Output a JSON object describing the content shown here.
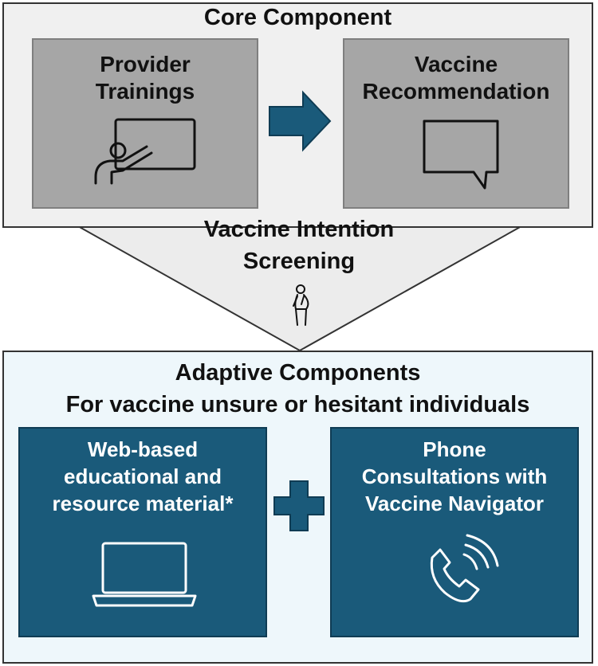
{
  "colors": {
    "core_background": "#f0f0f0",
    "gray_box": "#a6a6a6",
    "accent_blue": "#1a5a7a",
    "adaptive_background": "#eef7fb",
    "outline": "#333333"
  },
  "core": {
    "title": "Core Component",
    "boxes": [
      {
        "line1": "Provider",
        "line2": "Trainings",
        "icon": "presentation-board-icon"
      },
      {
        "line1": "Vaccine",
        "line2": "Recommendation",
        "icon": "speech-bubble-icon"
      }
    ],
    "connector_icon": "arrow-right-icon"
  },
  "screening": {
    "line1": "Vaccine Intention",
    "line2": "Screening",
    "icon": "pregnant-person-icon"
  },
  "adaptive": {
    "title_line1": "Adaptive Components",
    "title_line2": "For vaccine unsure or hesitant individuals",
    "boxes": [
      {
        "line1": "Web-based",
        "line2": "educational and",
        "line3": "resource material*",
        "icon": "laptop-icon"
      },
      {
        "line1": "Phone",
        "line2": "Consultations with",
        "line3": "Vaccine Navigator",
        "icon": "phone-ringing-icon"
      }
    ],
    "connector_icon": "plus-icon"
  }
}
